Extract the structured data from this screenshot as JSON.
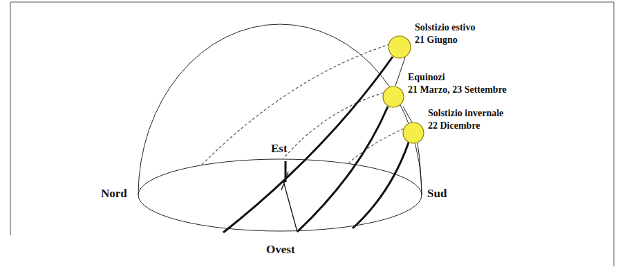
{
  "diagram": {
    "labels": [
      "Solstizio estivo",
      "21 Giugno",
      "Equinozi",
      "21 Marzo, 23 Settembre",
      "Solstizio invernale",
      "22 Dicembre",
      "Nord",
      "Sud",
      "Est",
      "Ovest"
    ]
  }
}
